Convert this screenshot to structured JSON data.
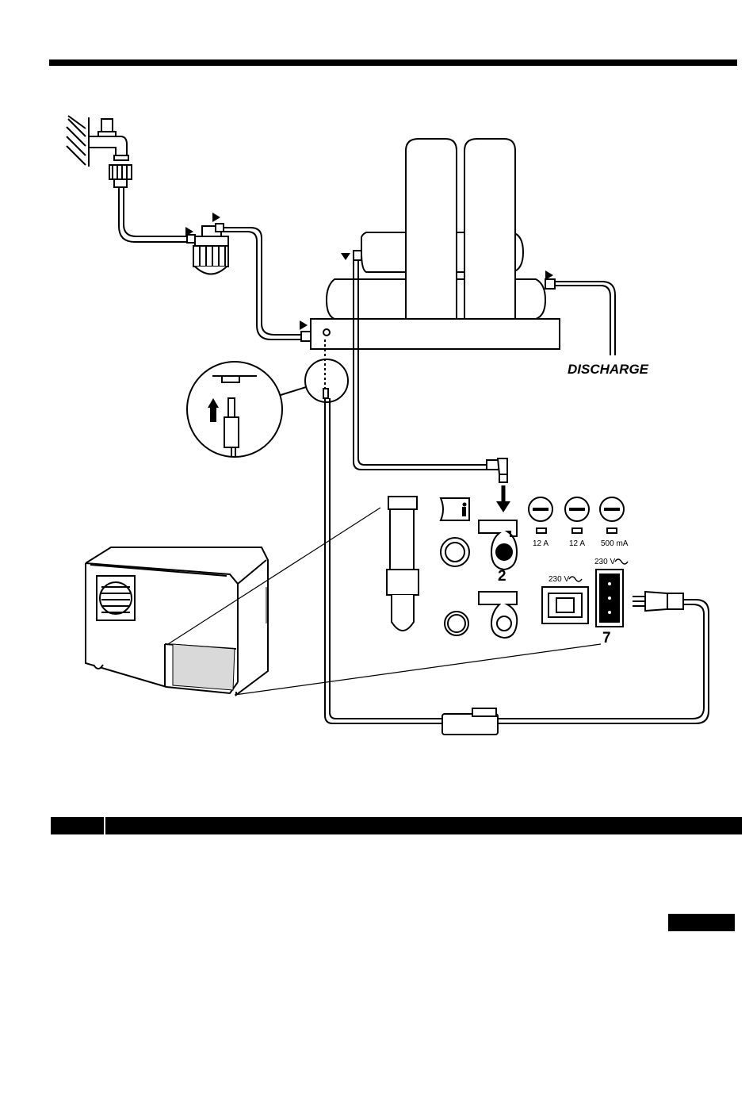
{
  "labels": {
    "discharge": "DISCHARGE",
    "fuse_1": "12 A",
    "fuse_2": "12 A",
    "fuse_3": "500 mA",
    "voltage_inlet": "230 V",
    "voltage_outlet": "230 V",
    "connector_2": "2",
    "connector_7": "7"
  },
  "colors": {
    "ink": "#000000",
    "paper": "#ffffff",
    "panel_shade": "#d9d9d9"
  }
}
